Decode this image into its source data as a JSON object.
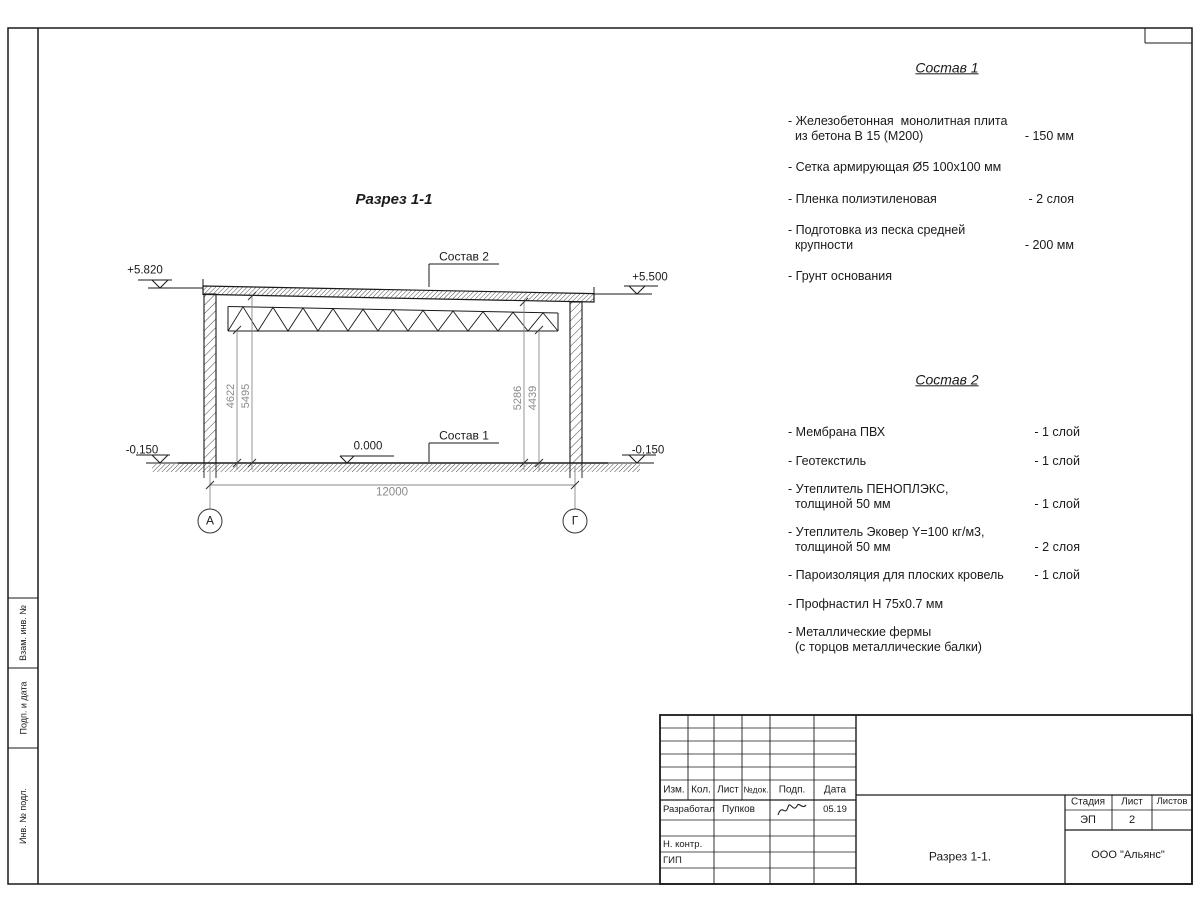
{
  "drawing": {
    "section_title": "Разрез 1-1",
    "callout_sostav2": "Состав 2",
    "callout_sostav1": "Состав 1",
    "elev_top_left": "+5.820",
    "elev_top_right": "+5.500",
    "elev_bottom_left": "-0.150",
    "elev_bottom_right": "-0.150",
    "elev_zero": "0.000",
    "dim_overall": "12000",
    "dim_left_outer": "4622",
    "dim_left_inner": "5495",
    "dim_right_inner": "5286",
    "dim_right_outer": "4439",
    "axis_left": "А",
    "axis_right": "Г"
  },
  "sostav1": {
    "title": "Состав 1",
    "items": [
      {
        "text": "- Железобетонная  монолитная плита\n  из бетона В 15 (М200)",
        "qty": "- 150 мм"
      },
      {
        "text": "- Сетка армирующая Ø5 100х100 мм",
        "qty": ""
      },
      {
        "text": "- Пленка полиэтиленовая",
        "qty": "- 2 слоя"
      },
      {
        "text": "- Подготовка из песка средней\n  крупности",
        "qty": "- 200 мм"
      },
      {
        "text": "- Грунт основания",
        "qty": ""
      }
    ]
  },
  "sostav2": {
    "title": "Состав 2",
    "items": [
      {
        "text": "- Мембрана ПВХ",
        "qty": "- 1 слой"
      },
      {
        "text": "- Геотекстиль",
        "qty": "- 1 слой"
      },
      {
        "text": "- Утеплитель ПЕНОПЛЭКС,\n  толщиной 50 мм",
        "qty": "- 1 слой"
      },
      {
        "text": "- Утеплитель Эковер Y=100 кг/м3,\n  толщиной 50 мм",
        "qty": "- 2 слоя"
      },
      {
        "text": "- Пароизоляция для плоских кровель",
        "qty": "- 1 слой"
      },
      {
        "text": "- Профнастил Н 75х0.7 мм",
        "qty": ""
      },
      {
        "text": "- Металлические фермы\n  (с торцов металлические балки)",
        "qty": ""
      }
    ]
  },
  "titleblock": {
    "rev_headers": [
      "Изм.",
      "Кол.",
      "Лист",
      "№док.",
      "Подп.",
      "Дата"
    ],
    "row_developed_label": "Разработал",
    "row_developed_name": "Пупков",
    "row_developed_date": "05.19",
    "row_ncontrol_label": "Н. контр.",
    "row_gip_label": "ГИП",
    "stage_header": "Стадия",
    "sheet_header": "Лист",
    "sheets_header": "Листов",
    "stage_value": "ЭП",
    "sheet_value": "2",
    "doc_title": "Разрез 1-1.",
    "company": "ООО \"Альянс\""
  },
  "margin_labels": [
    "Взам. инв. №",
    "Подп. и дата",
    "Инв. № подл."
  ]
}
